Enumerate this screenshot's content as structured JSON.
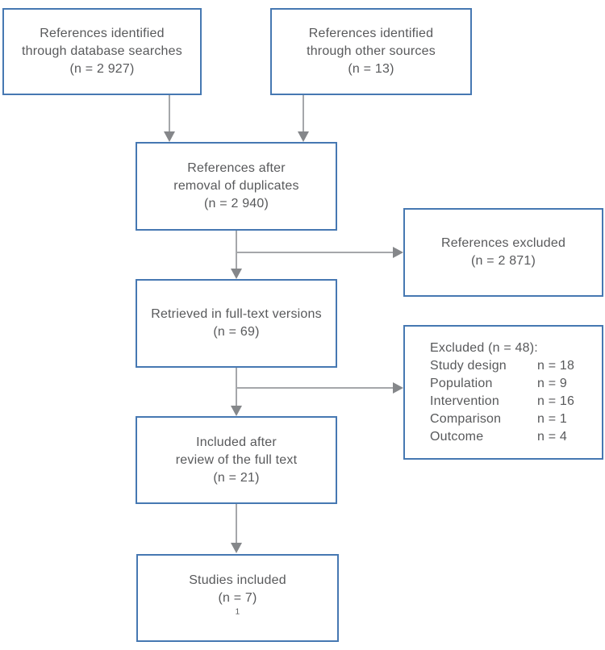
{
  "colors": {
    "box_border": "#4678b2",
    "text": "#58595b",
    "arrow_line": "#a5a7aa",
    "arrow_head": "#85878a",
    "background": "#ffffff"
  },
  "boxes": {
    "database_searches": {
      "line1": "References identified",
      "line2": "through database searches",
      "line3": "(n = 2 927)"
    },
    "other_sources": {
      "line1": "References identified",
      "line2": "through other sources",
      "line3": "(n = 13)"
    },
    "after_duplicates": {
      "line1": "References after",
      "line2": "removal of duplicates",
      "line3": "(n = 2 940)"
    },
    "references_excluded": {
      "line1": "References excluded",
      "line2": "(n = 2 871)"
    },
    "full_text": {
      "line1": "Retrieved in full-text versions",
      "line2": "(n = 69)"
    },
    "excluded_reasons": {
      "header": "Excluded (n = 48):",
      "rows": [
        {
          "label": "Study design",
          "value": "n = 18"
        },
        {
          "label": "Population",
          "value": "n = 9"
        },
        {
          "label": "Intervention",
          "value": "n = 16"
        },
        {
          "label": "Comparison",
          "value": "n = 1"
        },
        {
          "label": "Outcome",
          "value": "n = 4"
        }
      ]
    },
    "included_review": {
      "line1": "Included after",
      "line2": "review of the full text",
      "line3": "(n = 21)"
    },
    "studies_included": {
      "line1": "Studies included",
      "line2": "(n = 7)",
      "superscript": "1"
    }
  },
  "edges": [
    {
      "from": "database_searches",
      "to": "after_duplicates"
    },
    {
      "from": "other_sources",
      "to": "after_duplicates"
    },
    {
      "from": "after_duplicates",
      "to": "full_text"
    },
    {
      "from": "after_duplicates",
      "to": "references_excluded"
    },
    {
      "from": "full_text",
      "to": "included_review"
    },
    {
      "from": "full_text",
      "to": "excluded_reasons"
    },
    {
      "from": "included_review",
      "to": "studies_included"
    }
  ]
}
